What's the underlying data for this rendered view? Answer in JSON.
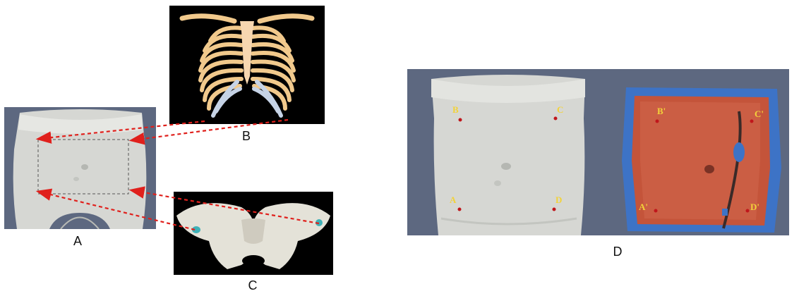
{
  "panels": {
    "a": {
      "label": "A"
    },
    "b": {
      "label": "B"
    },
    "c": {
      "label": "C"
    },
    "d": {
      "label": "D"
    }
  },
  "landmarks_left": [
    "B",
    "C",
    "A",
    "D"
  ],
  "landmarks_right": [
    "B'",
    "C'",
    "A'",
    "D'"
  ],
  "colors": {
    "background_slate": "#5d6880",
    "torso": "#d6d7d3",
    "rib_bone": "#f1c98c",
    "cartilage": "#c6d3e6",
    "arrow": "#e0201c",
    "landmark_dot": "#c0161b",
    "landmark_text": "#f2d23a",
    "scan_red": "#c4543a",
    "scan_blue": "#3d73c6"
  }
}
